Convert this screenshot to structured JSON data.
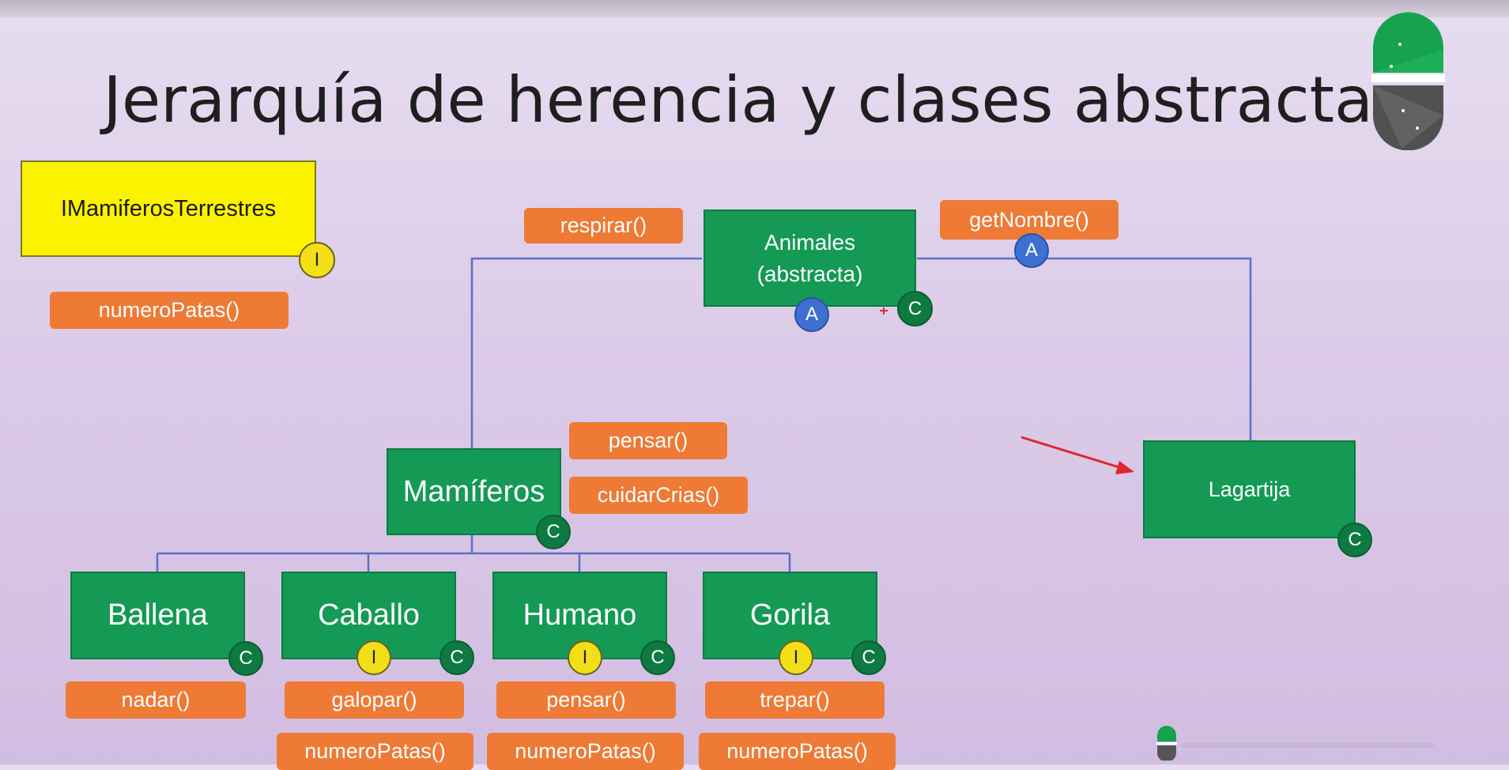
{
  "title": "Jerarquía de herencia y clases abstractas",
  "colors": {
    "class_green": "#149a55",
    "method_orange": "#ee7a35",
    "interface_yellow": "#fbf200",
    "connector_blue": "#5b6fc4",
    "badge_abstract_blue": "#3f6fd1",
    "arrow_red": "#e0262b"
  },
  "interface": {
    "name": "IMamiferosTerrestres",
    "badge": "I",
    "method": "numeroPatas()"
  },
  "animales": {
    "line1": "Animales",
    "line2": "(abstracta)",
    "badge_c": "C",
    "badge_a": "A",
    "method_left": "respirar()",
    "method_right": "getNombre()",
    "method_right_badge": "A"
  },
  "mamiferos": {
    "name": "Mamíferos",
    "badge": "C",
    "method1": "pensar()",
    "method2": "cuidarCrias()"
  },
  "lagartija": {
    "name": "Lagartija",
    "badge": "C"
  },
  "ballena": {
    "name": "Ballena",
    "badge": "C",
    "method": "nadar()"
  },
  "caballo": {
    "name": "Caballo",
    "badge_i": "I",
    "badge_c": "C",
    "method1": "galopar()",
    "method2": "numeroPatas()"
  },
  "humano": {
    "name": "Humano",
    "badge_i": "I",
    "badge_c": "C",
    "method1": "pensar()",
    "method2": "numeroPatas()"
  },
  "gorila": {
    "name": "Gorila",
    "badge_i": "I",
    "badge_c": "C",
    "method1": "trepar()",
    "method2": "numeroPatas()"
  }
}
